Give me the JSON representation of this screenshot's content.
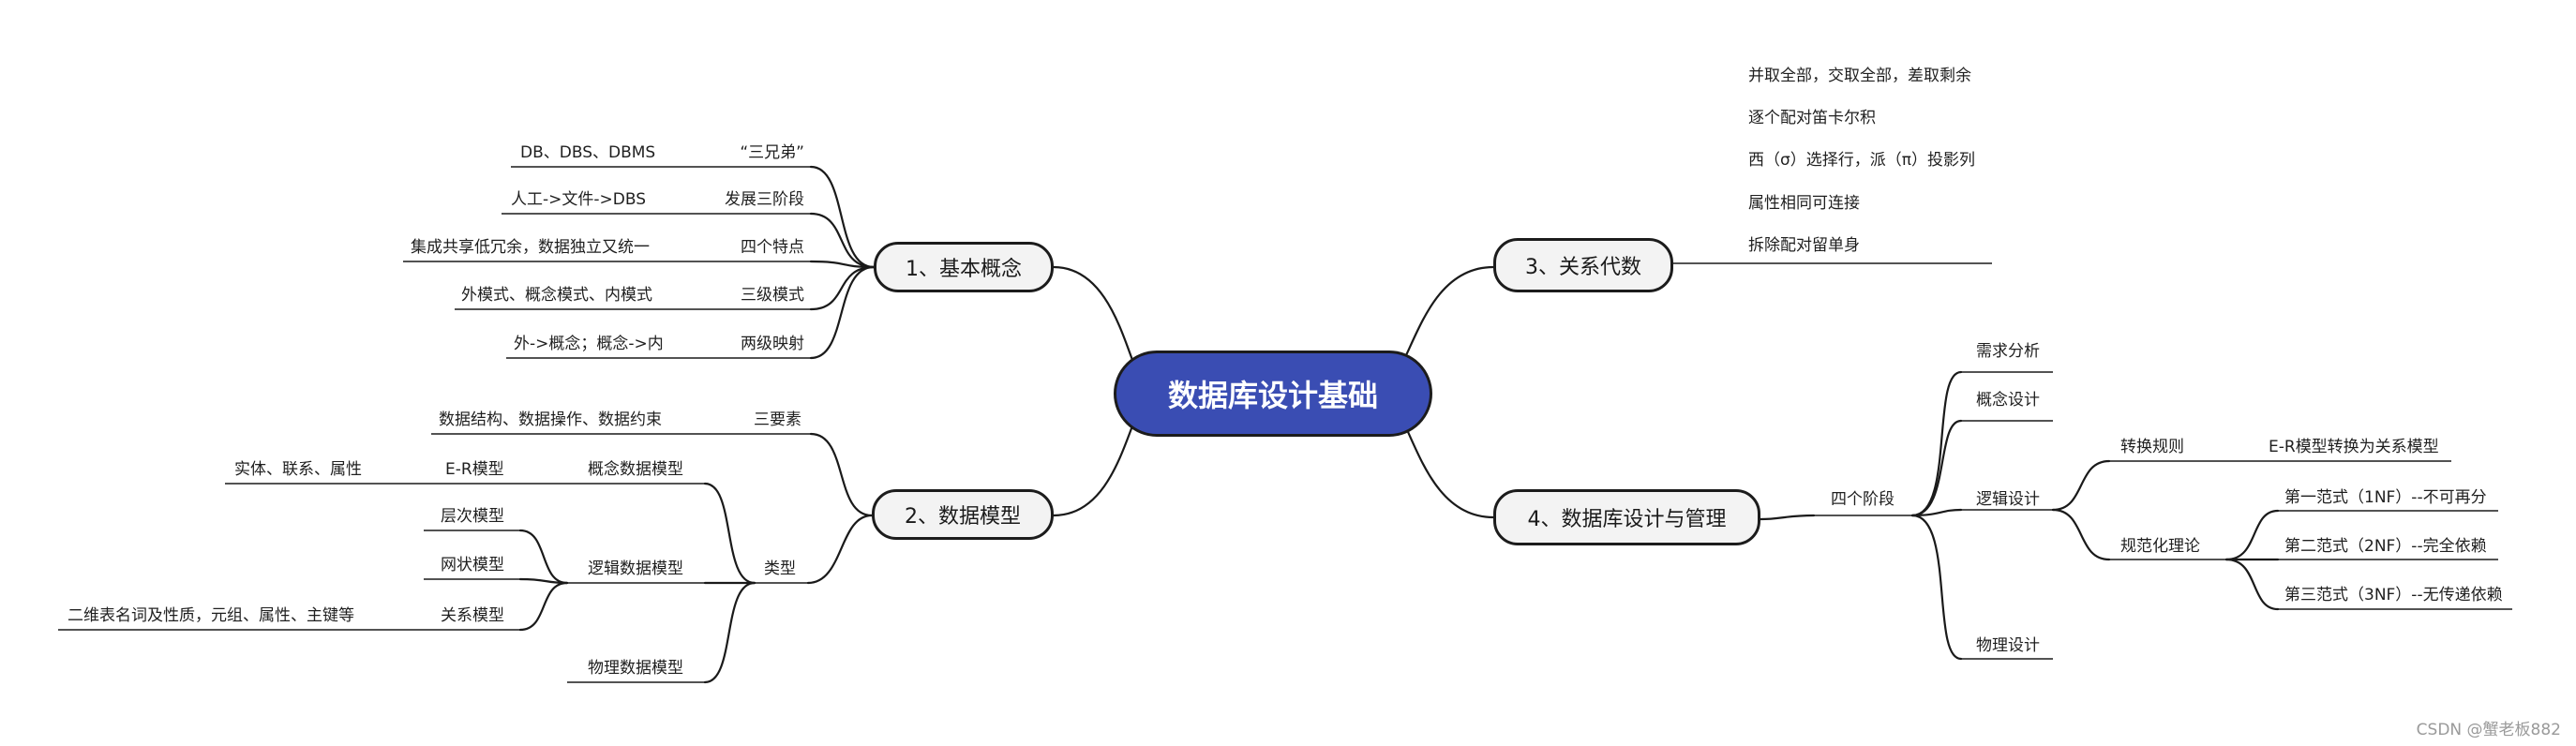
{
  "root": {
    "label": "数据库设计基础"
  },
  "topics": {
    "basic": {
      "label": "1、基本概念",
      "items": [
        {
          "key": "“三兄弟”",
          "value": "DB、DBS、DBMS"
        },
        {
          "key": "发展三阶段",
          "value": "人工->文件->DBS"
        },
        {
          "key": "四个特点",
          "value": "集成共享低冗余，数据独立又统一"
        },
        {
          "key": "三级模式",
          "value": "外模式、概念模式、内模式"
        },
        {
          "key": "两级映射",
          "value": "外->概念；概念->内"
        }
      ]
    },
    "model": {
      "label": "2、数据模型",
      "three_elements": {
        "key": "三要素",
        "value": "数据结构、数据操作、数据约束"
      },
      "types": {
        "label": "类型",
        "conceptual": {
          "label": "概念数据模型",
          "er": "E-R模型",
          "er_detail": "实体、联系、属性"
        },
        "logical": {
          "label": "逻辑数据模型",
          "children": [
            "层次模型",
            "网状模型",
            "关系模型"
          ],
          "relation_detail": "二维表名词及性质，元组、属性、主键等"
        },
        "physical": {
          "label": "物理数据模型"
        }
      }
    },
    "algebra": {
      "label": "3、关系代数",
      "notes": [
        "并取全部，交取全部，差取剩余",
        "逐个配对笛卡尔积",
        "西（σ）选择行，派（π）投影列",
        "属性相同可连接",
        "拆除配对留单身"
      ]
    },
    "design": {
      "label": "4、数据库设计与管理",
      "stages_label": "四个阶段",
      "stages": {
        "requirement": "需求分析",
        "conceptual": "概念设计",
        "logical": "逻辑设计",
        "physical": "物理设计"
      },
      "conversion": {
        "label": "转换规则",
        "detail": "E-R模型转换为关系模型"
      },
      "normalization": {
        "label": "规范化理论",
        "forms": [
          "第一范式（1NF）--不可再分",
          "第二范式（2NF）--完全依赖",
          "第三范式（3NF）--无传递依赖"
        ]
      }
    }
  },
  "watermark": "CSDN @蟹老板882",
  "colors": {
    "root_fill": "#3a4db3",
    "topic_fill": "#f3f3f3",
    "line": "#1a1a1a"
  }
}
